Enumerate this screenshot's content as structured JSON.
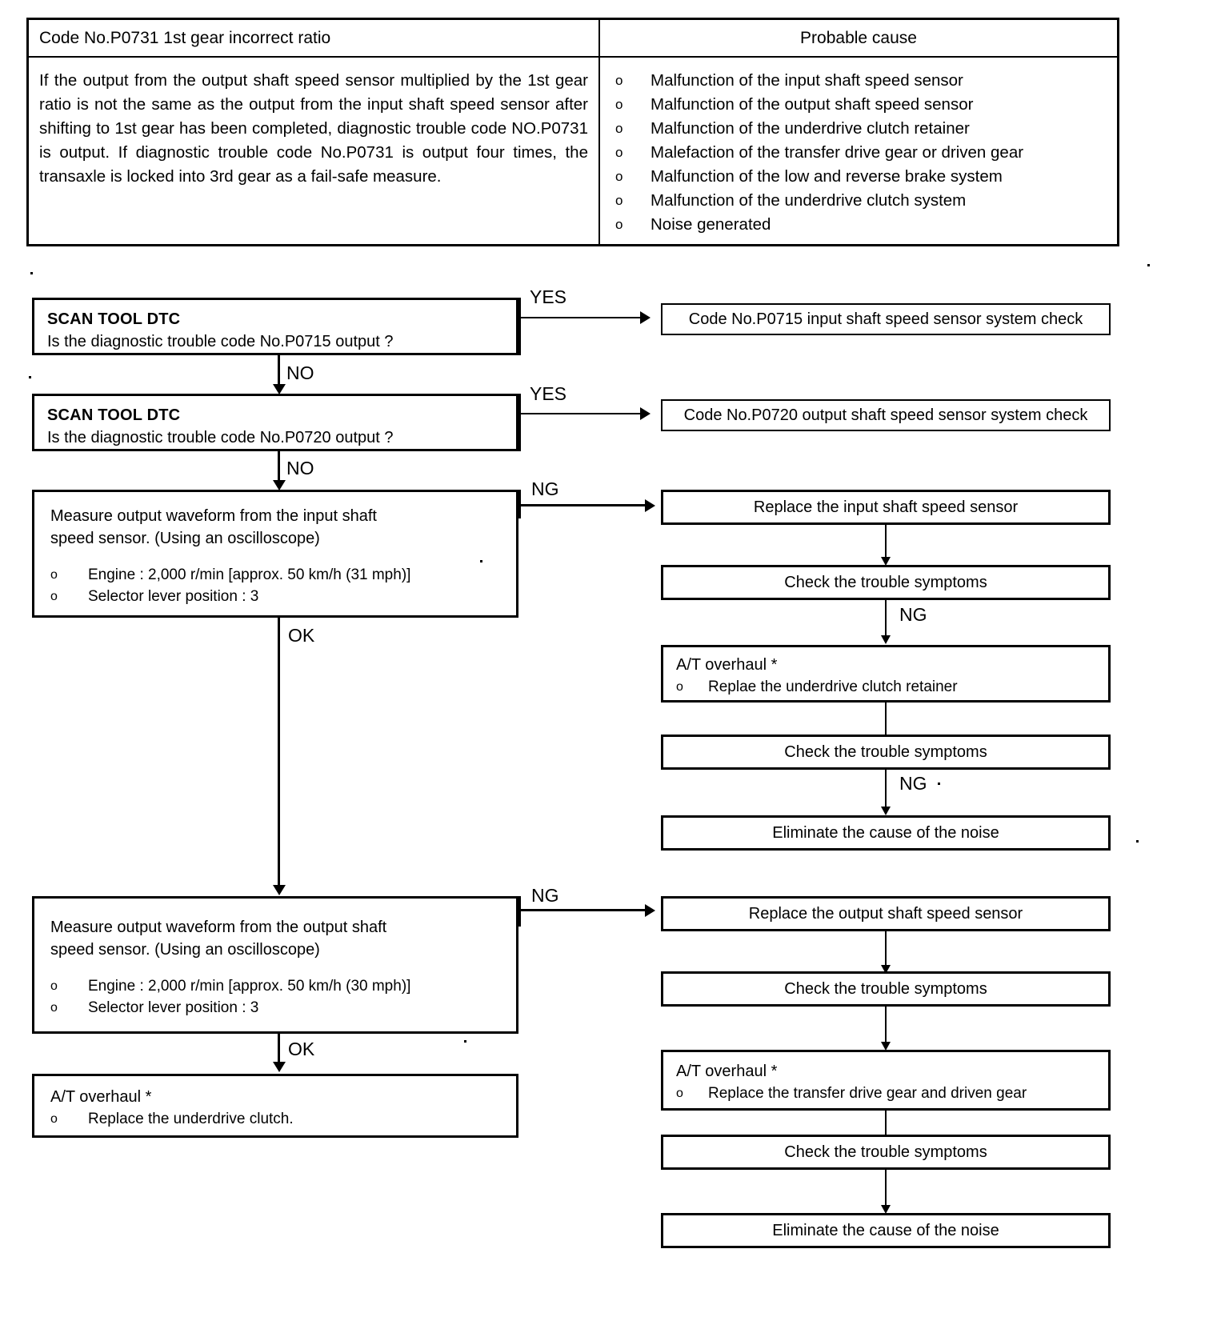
{
  "table": {
    "header_left": "Code No.P0731 1st gear incorrect ratio",
    "header_right": "Probable cause",
    "description": "If the output from the output shaft speed sensor multiplied by the 1st gear ratio is not the same as the output from the input shaft speed sensor after shifting to 1st gear has been completed, diagnostic trouble code NO.P0731 is output. If diagnostic trouble code No.P0731 is output four times, the transaxle is locked into 3rd gear as a fail-safe measure.",
    "bullet": "o",
    "causes": [
      "Malfunction of the input shaft speed sensor",
      "Malfunction of the output shaft speed sensor",
      "Malfunction of the underdrive clutch retainer",
      "Malefaction of the transfer drive gear or driven gear",
      "Malfunction of the low and reverse brake system",
      "Malfunction of the underdrive clutch system",
      "Noise generated"
    ]
  },
  "flow": {
    "bullet": "o",
    "step1": {
      "title": "SCAN TOOL DTC",
      "question": "Is the diagnostic trouble code No.P0715 output ?"
    },
    "step2": {
      "title": "SCAN TOOL DTC",
      "question": "Is the diagnostic trouble code No.P0720 output ?"
    },
    "step3": {
      "line1": "Measure output waveform from the input shaft",
      "line2": "speed sensor. (Using an oscilloscope)",
      "item1": "Engine : 2,000 r/min [approx. 50 km/h (31 mph)]",
      "item2": "Selector lever position : 3"
    },
    "step4": {
      "line1": "Measure output waveform from the output shaft",
      "line2": "speed sensor. (Using an oscilloscope)",
      "item1": "Engine : 2,000 r/min [approx. 50 km/h (30 mph)]",
      "item2": "Selector lever position : 3"
    },
    "final_left": {
      "title": "A/T overhaul *",
      "item1": "Replace the underdrive clutch."
    },
    "right_p0715": "Code No.P0715 input shaft speed sensor system check",
    "right_p0720": "Code No.P0720 output shaft speed sensor system check",
    "branch_a": {
      "replace": "Replace the input shaft speed sensor",
      "check1": "Check the trouble symptoms",
      "overhaul_title": "A/T overhaul *",
      "overhaul_item": "Replae the underdrive clutch retainer",
      "check2": "Check the trouble symptoms",
      "eliminate": "Eliminate the cause of the noise"
    },
    "branch_b": {
      "replace": "Replace the output shaft speed sensor",
      "check1": "Check the trouble symptoms",
      "overhaul_title": "A/T overhaul *",
      "overhaul_item": "Replace the transfer drive gear and driven gear",
      "check2": "Check the trouble symptoms",
      "eliminate": "Eliminate the cause of the noise"
    },
    "labels": {
      "yes1": "YES",
      "yes2": "YES",
      "no1": "NO",
      "no2": "NO",
      "ng_a": "NG",
      "ng_a2": "NG",
      "ng_a3": "NG",
      "ok1": "OK",
      "ng_b": "NG",
      "ok2": "OK"
    }
  }
}
